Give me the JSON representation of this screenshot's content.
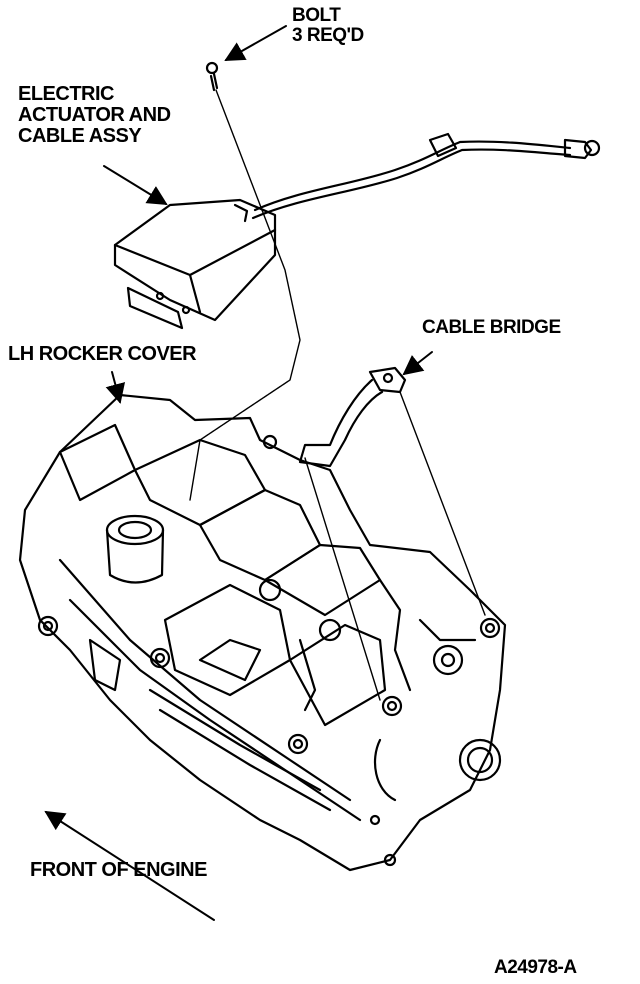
{
  "labels": {
    "bolt": "BOLT\n3 REQ'D",
    "actuator": "ELECTRIC\nACTUATOR AND\nCABLE ASSY",
    "cable_bridge": "CABLE BRIDGE",
    "rocker_cover": "LH ROCKER COVER",
    "front": "FRONT OF ENGINE",
    "figure_id": "A24978-A"
  }
}
